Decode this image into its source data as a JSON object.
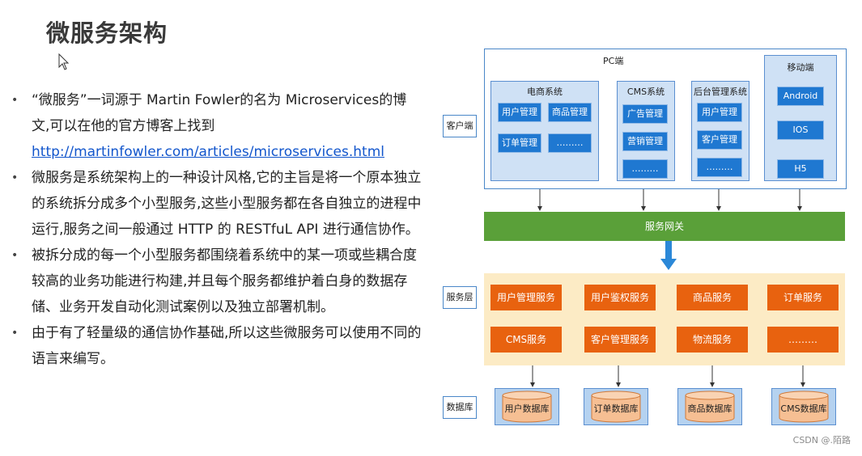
{
  "slide": {
    "title": "微服务架构",
    "bullets": [
      {
        "text": "“微服务”一词源于 Martin Fowler的名为 Microservices的博文,可以在他的官方博客上找到",
        "link": "http://martinfowler.com/articles/microservices.html"
      },
      {
        "text": "微服务是系统架构上的一种设计风格,它的主旨是将一个原本独立的系统拆分成多个小型服务,这些小型服务都在各自独立的进程中运行,服务之间一般通过 HTTP 的 RESTfuL API 进行通信协作。"
      },
      {
        "text": "被拆分成的每一个小型服务都围绕着系统中的某一项或些耦合度较高的业务功能进行构建,并且每个服务都维护着白身的数据存储、业务开发自动化测试案例以及独立部署机制。"
      },
      {
        "text": "由于有了轻量级的通信协作基础,所以这些微服务可以使用不同的语言来编写。"
      }
    ]
  },
  "diagram": {
    "labels": {
      "client": "客户端",
      "service": "服务层",
      "database": "数据库"
    },
    "pc": {
      "title": "PC端",
      "systems": [
        {
          "title": "电商系统",
          "items": [
            "用户管理",
            "商品管理",
            "订单管理",
            "………"
          ]
        },
        {
          "title": "CMS系统",
          "items": [
            "广告管理",
            "营销管理",
            "………"
          ]
        },
        {
          "title": "后台管理系统",
          "items": [
            "用户管理",
            "客户管理",
            "………"
          ]
        }
      ]
    },
    "mobile": {
      "title": "移动端",
      "items": [
        "Android",
        "IOS",
        "H5"
      ]
    },
    "gateway": "服务网关",
    "services": [
      "用户管理服务",
      "用户鉴权服务",
      "商品服务",
      "订单服务",
      "CMS服务",
      "客户管理服务",
      "物流服务",
      "………"
    ],
    "databases": [
      "用户数据库",
      "订单数据库",
      "商品数据库",
      "CMS数据库"
    ],
    "colors": {
      "blue": "#1f78d1",
      "light_blue": "#cfe1f5",
      "green": "#5aa039",
      "orange": "#e8620f",
      "cream": "#fcebc5",
      "db_blue": "#b5d2f0"
    }
  },
  "watermark": "CSDN @.陌路"
}
